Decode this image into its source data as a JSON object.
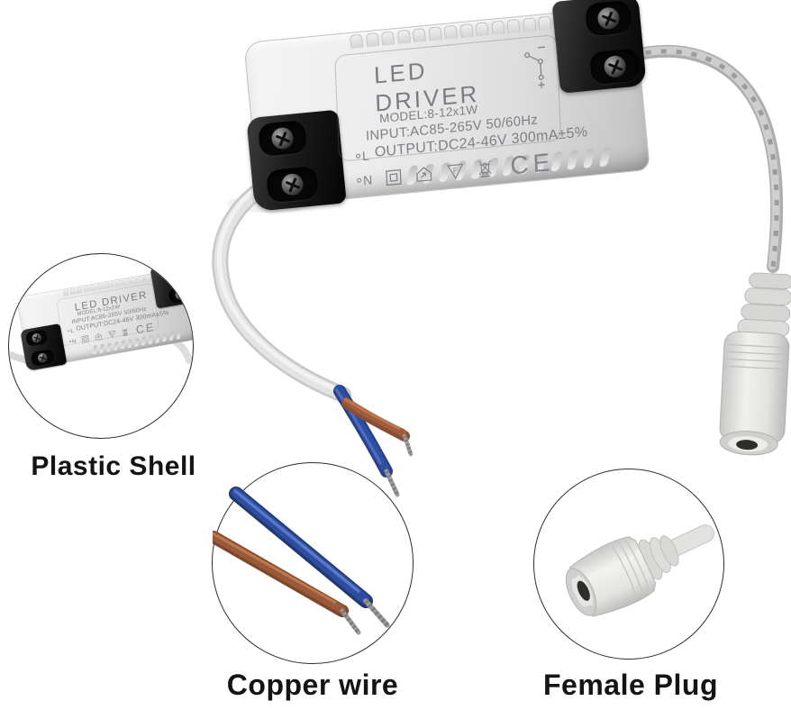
{
  "product": {
    "title": "LED DRIVER",
    "model": "MODEL:8-12x1W",
    "input": "INPUT:AC85-265V 50/60Hz",
    "output": "OUTPUT:DC24-46V 300mA±5%",
    "terminal_live": "L",
    "terminal_neutral": "N",
    "f_mark": "F",
    "ce_mark": "CE"
  },
  "callouts": {
    "plastic_shell": "Plastic Shell",
    "copper_wire": "Copper wire",
    "female_plug": "Female Plug"
  },
  "icons": {
    "class_ii_insulation_icon": "nested-squares",
    "indoor_use_icon": "house-outline",
    "f_mark_triangle_icon": "inverted-triangle-with-F",
    "weee_bin_icon": "crossed-out-wheelie-bin",
    "ce_mark": "CE-letters",
    "wiring_schematic_icon": "polarity-diagram-minus-plus"
  },
  "colors": {
    "background": "#ffffff",
    "shell_gray": "#e4e4e4",
    "cap_black": "#171717",
    "print_gray": "#7f7f86",
    "wire_blue": "#2d4da0",
    "wire_brown": "#9a5a3a",
    "cable_white": "#dedede",
    "dc_cable_gray": "#bdbdbd",
    "label_text": "#141414"
  }
}
